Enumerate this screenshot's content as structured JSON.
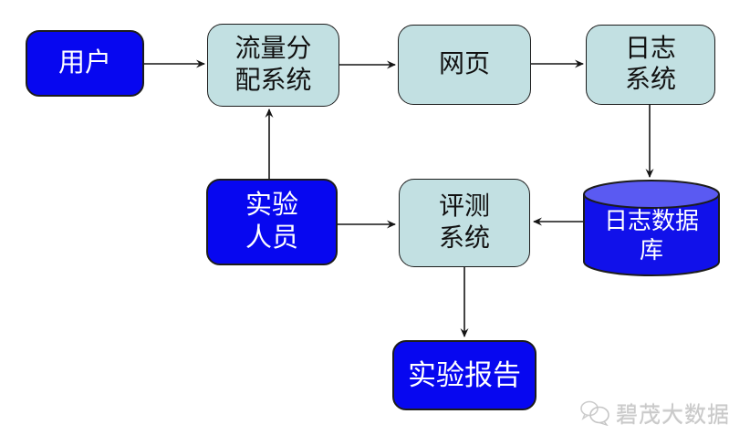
{
  "diagram": {
    "type": "flowchart",
    "nodes": {
      "user": {
        "label": "用户",
        "shape": "rounded-rect",
        "fill": "blue"
      },
      "traffic_system": {
        "label": "流量分\n配系统",
        "shape": "rounded-rect",
        "fill": "light"
      },
      "webpage": {
        "label": "网页",
        "shape": "rounded-rect",
        "fill": "light"
      },
      "log_system": {
        "label": "日志\n系统",
        "shape": "rounded-rect",
        "fill": "light"
      },
      "experimenter": {
        "label": "实验\n人员",
        "shape": "rounded-rect",
        "fill": "blue"
      },
      "evaluation_system": {
        "label": "评测\n系统",
        "shape": "rounded-rect",
        "fill": "light"
      },
      "log_database": {
        "label": "日志数据\n库",
        "shape": "cylinder",
        "fill": "blue"
      },
      "report": {
        "label": "实验报告",
        "shape": "rounded-rect",
        "fill": "blue"
      }
    },
    "edges": [
      {
        "from": "user",
        "to": "traffic_system"
      },
      {
        "from": "traffic_system",
        "to": "webpage"
      },
      {
        "from": "webpage",
        "to": "log_system"
      },
      {
        "from": "log_system",
        "to": "log_database"
      },
      {
        "from": "experimenter",
        "to": "traffic_system"
      },
      {
        "from": "experimenter",
        "to": "evaluation_system"
      },
      {
        "from": "log_database",
        "to": "evaluation_system"
      },
      {
        "from": "evaluation_system",
        "to": "report"
      }
    ]
  },
  "watermark": {
    "text": "碧茂大数据"
  },
  "colors": {
    "node-blue": "#0707f0",
    "node-light": "#c2e0e2",
    "cylinder-body": "#1111ea",
    "cylinder-top": "#5a5af2",
    "border": "#1c1c1c",
    "arrow": "#151515",
    "watermark-gray": "#c9c9c9"
  }
}
